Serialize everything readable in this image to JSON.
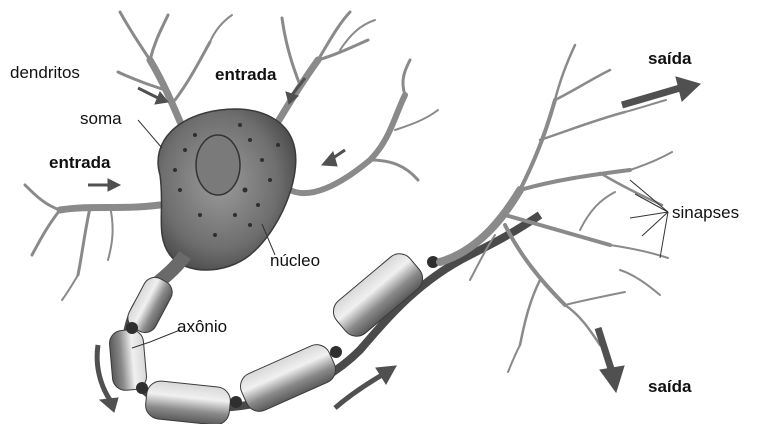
{
  "labels": {
    "dendritos": "dendritos",
    "entrada_top": "entrada",
    "soma": "soma",
    "entrada_left": "entrada",
    "nucleo": "núcleo",
    "axonio": "axônio",
    "saida_top": "saída",
    "saida_bottom": "saída",
    "sinapses": "sinapses"
  },
  "colors": {
    "background": "#ffffff",
    "cell": "#8c8c8c",
    "cell_dark": "#555555",
    "myelin": "#9a9a9a",
    "arrow": "#505050",
    "text": "#111111",
    "leader": "#333333"
  }
}
